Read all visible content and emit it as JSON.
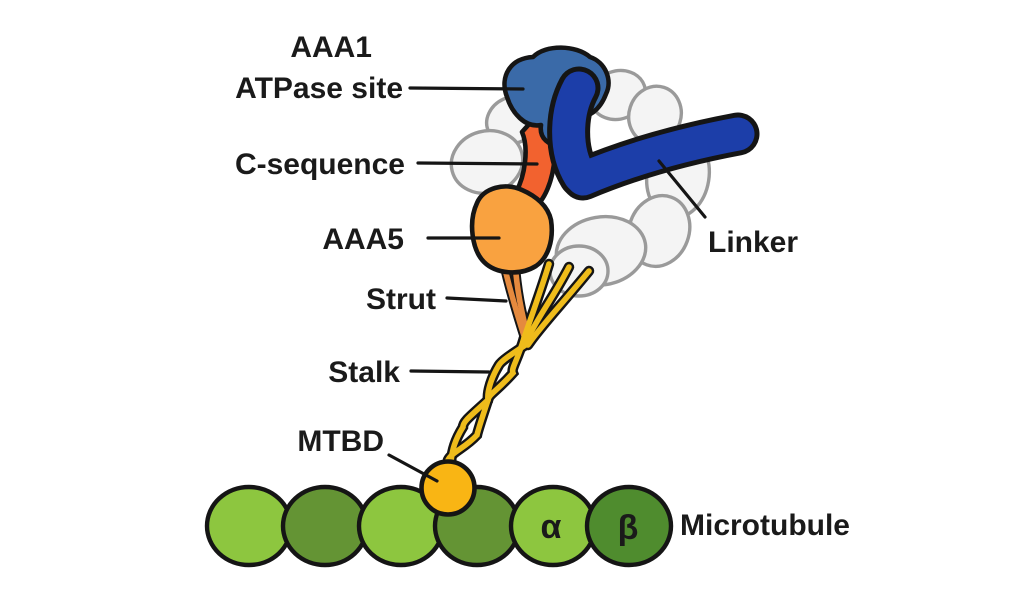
{
  "diagram": {
    "labels": {
      "aaa1": "AAA1",
      "atpase_site": "ATPase site",
      "c_sequence": "C-sequence",
      "aaa5": "AAA5",
      "strut": "Strut",
      "stalk": "Stalk",
      "mtbd": "MTBD",
      "linker": "Linker",
      "microtubule": "Microtubule"
    },
    "tubulin_subunits": [
      "α",
      "β"
    ],
    "colors": {
      "aaa1_domain": "#3a6aa8",
      "linker": "#1c3ea9",
      "c_sequence": "#f2622f",
      "aaa5_domain": "#f9a240",
      "stalk_gold": "#efbc1b",
      "strut_orange": "#e58a3e",
      "mtbd_gold": "#f9b514",
      "ring_domain": "#f4f4f4",
      "ring_outline": "#9a9a9a",
      "tubulin_light": "#8dc63f",
      "tubulin_dark": "#649434",
      "tubulin_beta": "#4f8c2e",
      "outline": "#151515"
    }
  }
}
